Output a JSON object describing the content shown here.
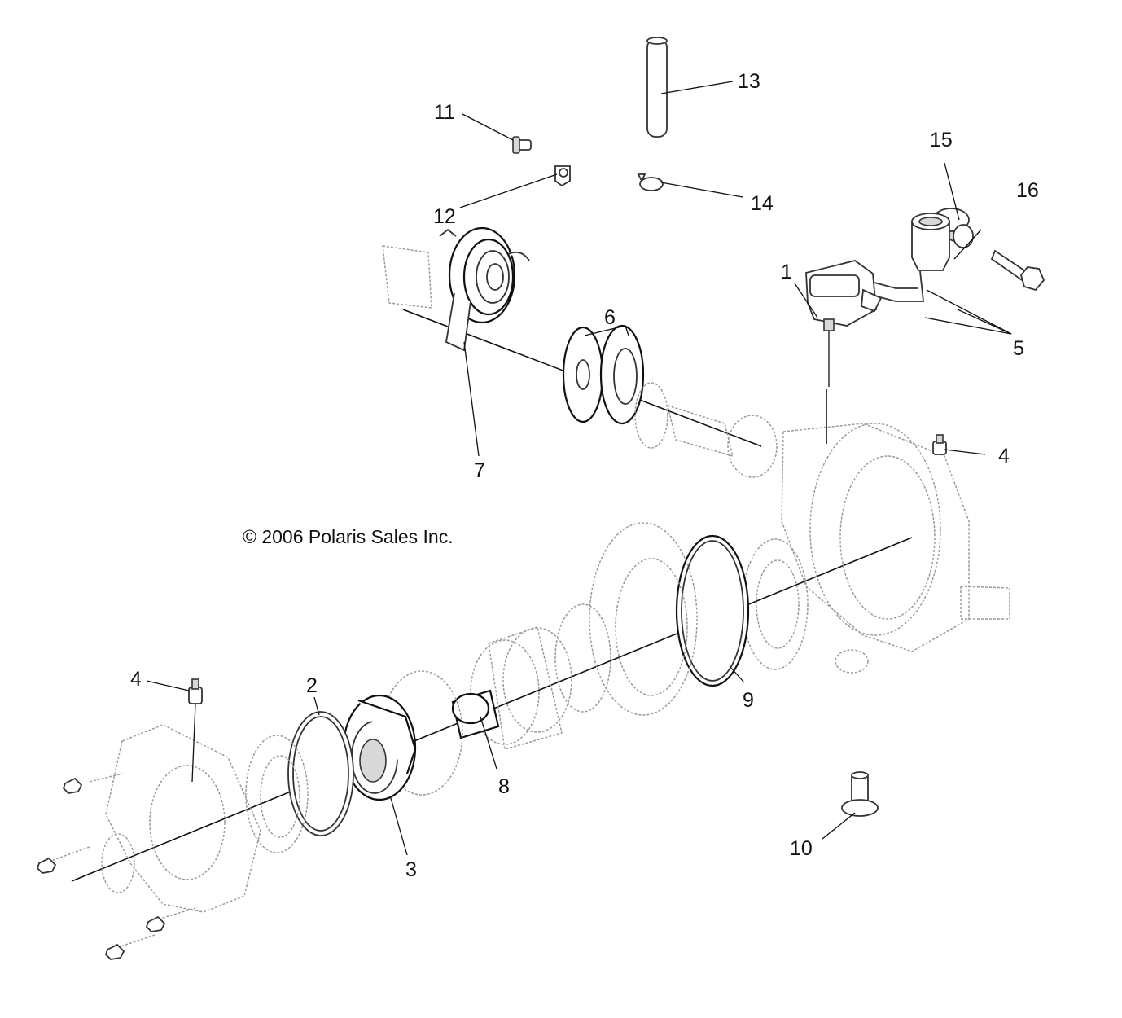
{
  "copyright": "© 2006 Polaris Sales Inc.",
  "callouts": [
    {
      "id": "1",
      "label": "1"
    },
    {
      "id": "2",
      "label": "2"
    },
    {
      "id": "3",
      "label": "3"
    },
    {
      "id": "4a",
      "label": "4"
    },
    {
      "id": "4b",
      "label": "4"
    },
    {
      "id": "5",
      "label": "5"
    },
    {
      "id": "6",
      "label": "6"
    },
    {
      "id": "7",
      "label": "7"
    },
    {
      "id": "8",
      "label": "8"
    },
    {
      "id": "9",
      "label": "9"
    },
    {
      "id": "10",
      "label": "10"
    },
    {
      "id": "11",
      "label": "11"
    },
    {
      "id": "12",
      "label": "12"
    },
    {
      "id": "13",
      "label": "13"
    },
    {
      "id": "14",
      "label": "14"
    },
    {
      "id": "15",
      "label": "15"
    },
    {
      "id": "16",
      "label": "16"
    }
  ]
}
